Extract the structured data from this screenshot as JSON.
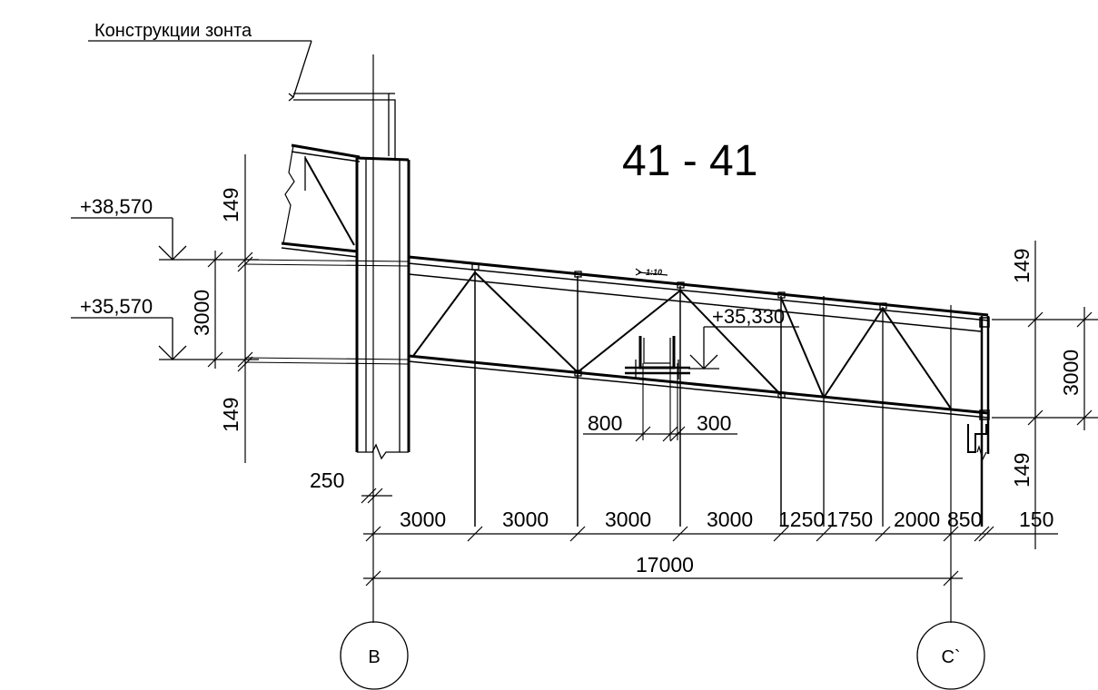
{
  "section_title": "41 - 41",
  "callout": "Конструкции зонта",
  "levels": {
    "top": "+38,570",
    "bottom": "+35,570",
    "inner": "+35,330"
  },
  "slope": "1:10",
  "dims": {
    "left_top": "149",
    "left_height": "3000",
    "left_bottom": "149",
    "offset_250": "250",
    "detail_800": "800",
    "detail_300": "300",
    "right_top": "149",
    "right_height": "3000",
    "right_bottom": "149",
    "bays": [
      "3000",
      "3000",
      "3000",
      "3000",
      "1250",
      "1750",
      "2000",
      "850",
      "150"
    ],
    "total": "17000"
  },
  "axes": {
    "left": "В",
    "right": "С`"
  }
}
